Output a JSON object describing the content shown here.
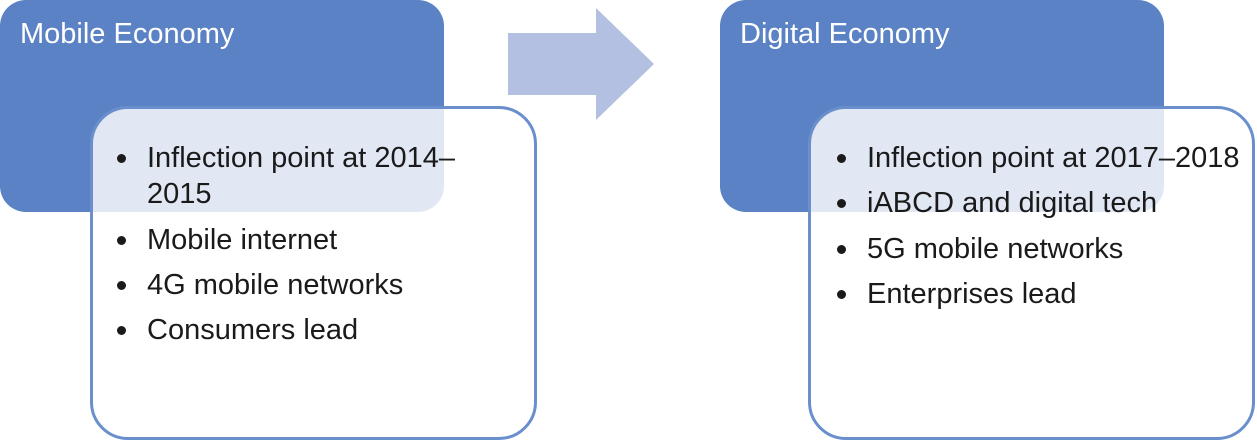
{
  "colors": {
    "header_fill": "#5b82c4",
    "box_border": "#6a8fcc",
    "arrow_fill": "#b3c0e1"
  },
  "mobile": {
    "title": "Mobile Economy",
    "items": [
      "Inflection point at 2014–2015",
      "Mobile internet",
      "4G mobile networks",
      "Consumers lead"
    ]
  },
  "digital": {
    "title": "Digital Economy",
    "items": [
      "Inflection point at 2017–2018",
      "iABCD and digital tech",
      "5G mobile networks",
      "Enterprises lead"
    ]
  }
}
